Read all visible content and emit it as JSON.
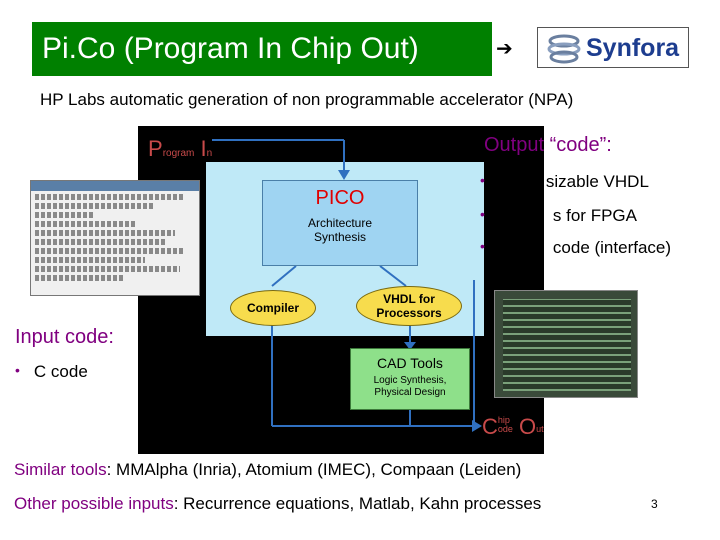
{
  "title": "Pi.Co (Program In Chip Out)",
  "arrow": "➔",
  "logo": {
    "text": "Synfora"
  },
  "subtitle": "HP Labs automatic generation of non programmable accelerator (NPA)",
  "diagram": {
    "prog_in_p": "P",
    "prog_in_rogram": "rogram",
    "prog_in_i": "I",
    "prog_in_n": "n",
    "pico_title": "PICO",
    "pico_sub1": "Architecture",
    "pico_sub2": "Synthesis",
    "compiler": "Compiler",
    "vhdl1": "VHDL for",
    "vhdl2": "Processors",
    "cad_title": "CAD Tools",
    "cad_sub1": "Logic Synthesis,",
    "cad_sub2": "Physical Design",
    "chip_c": "C",
    "chip_hip": "hip",
    "chip_ode": "ode",
    "chip_o": "O",
    "chip_ut": "ut"
  },
  "output": {
    "title": "Output “code”:",
    "items": [
      "sizable VHDL",
      "s for FPGA",
      "code (interface)"
    ],
    "bullet": "•"
  },
  "input": {
    "title": "Input code:",
    "bullet": "•",
    "item": "C code"
  },
  "similar": {
    "label": "Similar tools",
    "text": ": MMAlpha (Inria), Atomium (IMEC), Compaan (Leiden)"
  },
  "other": {
    "label": "Other possible inputs",
    "text": ": Recurrence equations, Matlab, Kahn processes"
  },
  "page_number": "3",
  "colors": {
    "title_bg": "#008000",
    "accent_purple": "#800080",
    "pico_red": "#e00000"
  }
}
